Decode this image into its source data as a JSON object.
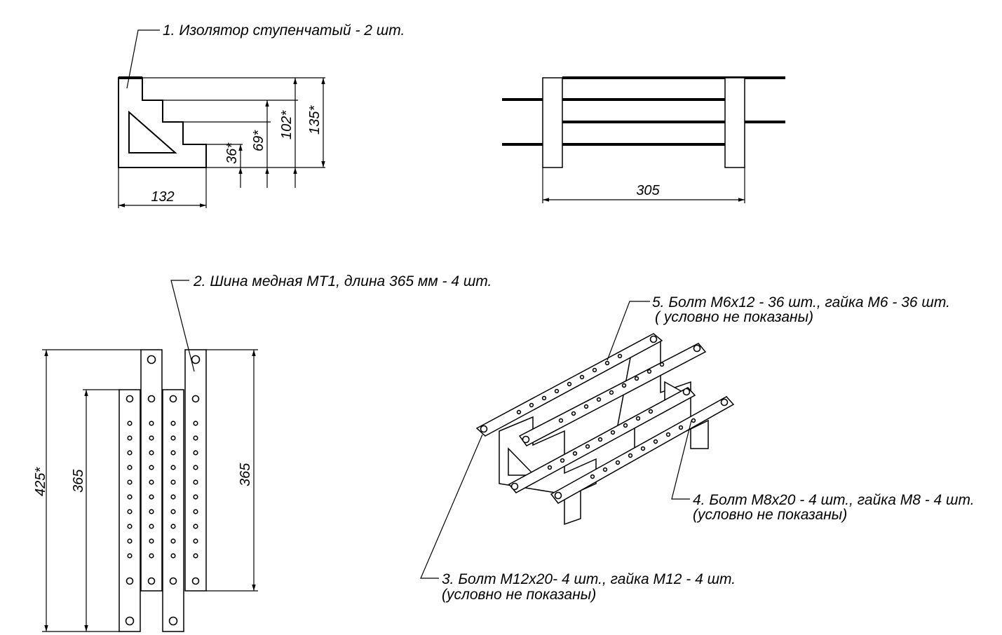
{
  "labels": {
    "item1": "1. Изолятор ступенчатый - 2 шт.",
    "item2": "2. Шина медная МТ1, длина 365 мм - 4 шт.",
    "item3_line1": "3. Болт М12х20- 4 шт., гайка М12 - 4 шт.",
    "item3_line2": "(условно не показаны)",
    "item4_line1": "4. Болт М8х20 - 4 шт., гайка М8 - 4 шт.",
    "item4_line2": "(условно не показаны)",
    "item5_line1": "5. Болт М6х12 - 36 шт., гайка М6 - 36 шт.",
    "item5_line2": "( условно не показаны)"
  },
  "dimensions": {
    "insulator_width": "132",
    "step_36": "36*",
    "step_69": "69*",
    "step_102": "102*",
    "step_135": "135*",
    "top_view_length": "305",
    "busbar_overall": "425*",
    "busbar_length_left": "365",
    "busbar_length_right": "365"
  }
}
